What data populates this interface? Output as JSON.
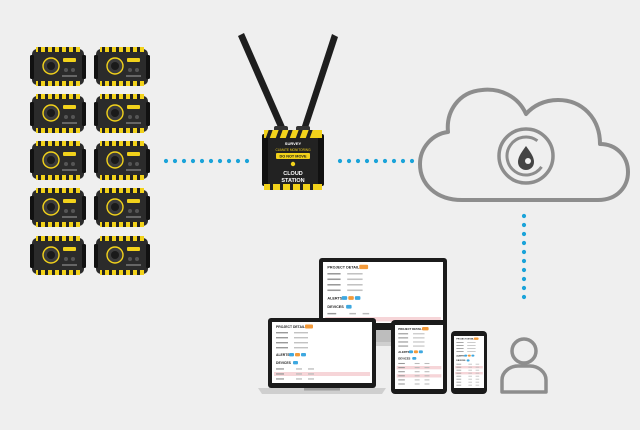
{
  "station": {
    "brand": "SURVEY",
    "subtitle": "CLIMATE MONITORING",
    "tag": "DO NOT MOVE",
    "label_1": "CLOUD",
    "label_2": "STATION"
  },
  "dashboard": {
    "project_details": "PROJECT DETAILS",
    "alerts": "ALERTS",
    "devices": "DEVICES"
  },
  "colors": {
    "background": "#efefef",
    "dots": "#1aa3d9",
    "icon_line": "#8d8d8d",
    "sensor_body": "#2b2b2b",
    "sensor_accent": "#f2d21b",
    "badge_orange": "#f39a3a",
    "badge_blue": "#3ea8e0",
    "row_pink": "#f6d5d8"
  },
  "icons": {
    "cloud": "cloud-icon",
    "cloud_logo": "cloud-logo-icon",
    "user": "user-icon"
  }
}
